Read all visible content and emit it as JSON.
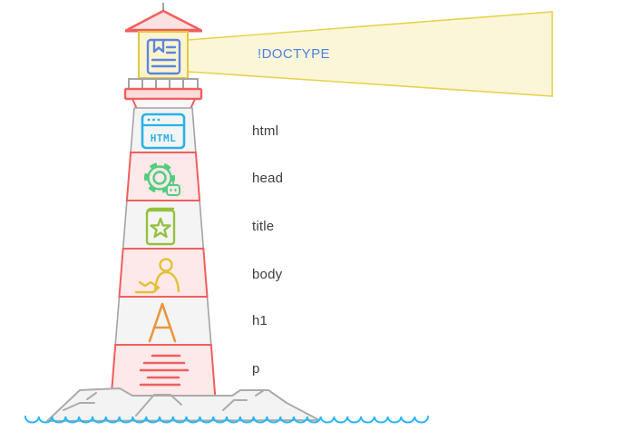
{
  "beam": {
    "label": "!DOCTYPE"
  },
  "tower": {
    "sections": [
      {
        "tag": "html",
        "icon": "browser-window-icon",
        "icon_text": "HTML",
        "band_style": "gray"
      },
      {
        "tag": "head",
        "icon": "gear-robot-icon",
        "band_style": "red"
      },
      {
        "tag": "title",
        "icon": "book-star-icon",
        "band_style": "gray"
      },
      {
        "tag": "body",
        "icon": "person-hand-icon",
        "band_style": "red"
      },
      {
        "tag": "h1",
        "icon": "letter-a-icon",
        "band_style": "gray"
      },
      {
        "tag": "p",
        "icon": "paragraph-lines-icon",
        "band_style": "red"
      }
    ]
  },
  "lantern": {
    "icon": "document-bookmark-icon"
  },
  "colors": {
    "red_stroke": "#f15e5e",
    "pink_fill": "#fde9e9",
    "gray_stroke": "#a3a3a3",
    "gray_fill": "#f4f4f4",
    "beam_fill": "#fbf6d8",
    "beam_stroke": "#e6d34c",
    "lantern_fill": "#fcf4cd",
    "lantern_stroke": "#e3c83e",
    "doctype_text": "#4d80e4",
    "doc_icon_blue": "#5b85e0",
    "html_icon_cyan": "#29b2e8",
    "gear_green": "#53cc7e",
    "book_green": "#94c13d",
    "person_yellow": "#e3c235",
    "h1_orange": "#e8963c",
    "p_red": "#ed6060",
    "wave_blue": "#29b6f6",
    "label_text": "#3e3e3e",
    "rock_fill": "#f3f3f3",
    "rock_stroke": "#ababab"
  }
}
